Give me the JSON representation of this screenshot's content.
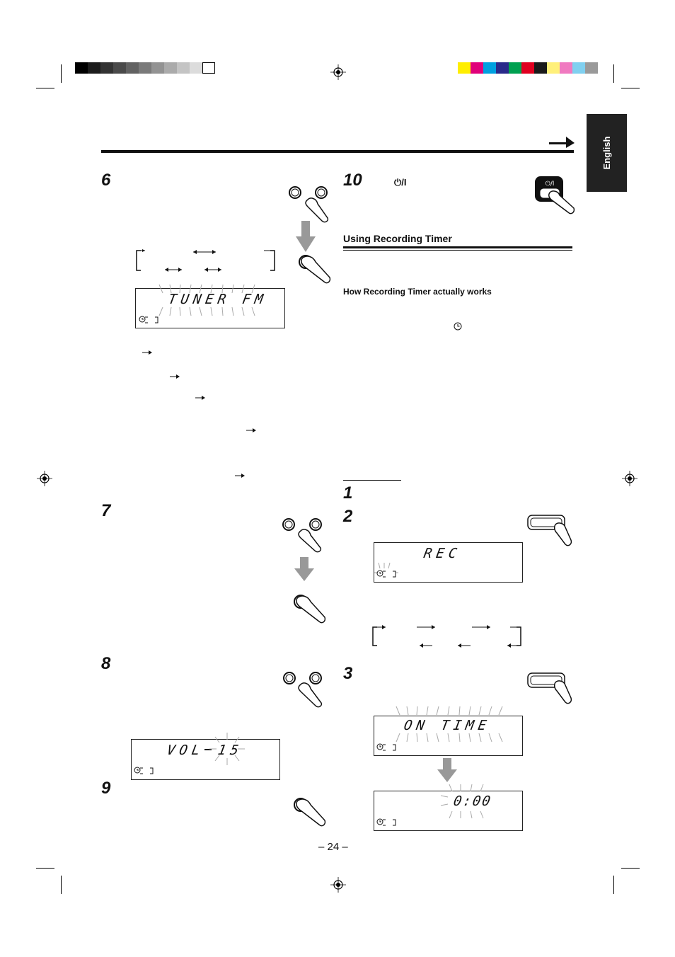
{
  "color_bar_left": [
    "#000000",
    "#1c1c1c",
    "#333333",
    "#4a4a4a",
    "#626262",
    "#7a7a7a",
    "#939393",
    "#ababab",
    "#c4c4c4",
    "#dcdcdc",
    "#ffffff"
  ],
  "color_bar_right": [
    "#ffee00",
    "#e0007a",
    "#00a0e0",
    "#2a2a8a",
    "#00a050",
    "#e00020",
    "#1a1a1a",
    "#fff07a",
    "#f07ac0",
    "#80d0f0",
    "#9a9a9a"
  ],
  "language_tab": "English",
  "steps": {
    "s6": "6",
    "s7": "7",
    "s8": "8",
    "s9": "9",
    "s10": "10",
    "r1": "1",
    "r2": "2",
    "r3": "3"
  },
  "power_symbol": "⏻/I",
  "section_heading": "Using Recording Timer",
  "subheading": "How Recording Timer actually works",
  "lcd": {
    "tuner": "TUNER FM",
    "vol": "VOL",
    "vol_value": "15",
    "rec": "REC",
    "on_time": "ON TIME",
    "time": "0:00"
  },
  "page_number": "– 24 –",
  "icons": [
    "registration-mark-icon",
    "finger-press-icon",
    "power-button-icon",
    "arrow-down-icon",
    "clock-icon",
    "timer-indicator-icon"
  ]
}
